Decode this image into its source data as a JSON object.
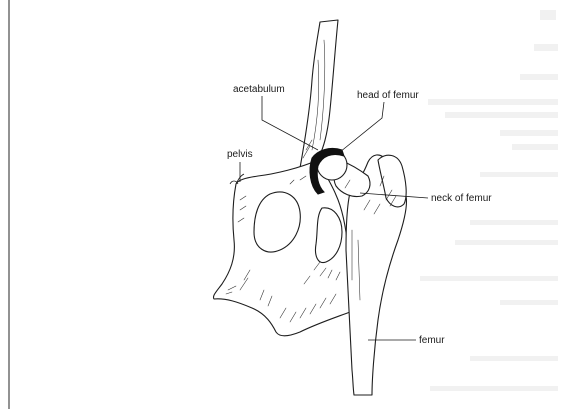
{
  "labels": {
    "acetabulum": "acetabulum",
    "head_of_femur": "head of femur",
    "pelvis": "pelvis",
    "neck_of_femur": "neck of femur",
    "femur": "femur"
  },
  "colors": {
    "background": "#ffffff",
    "ink": "#1e1e1e",
    "acetabulum_fill": "#111111"
  }
}
